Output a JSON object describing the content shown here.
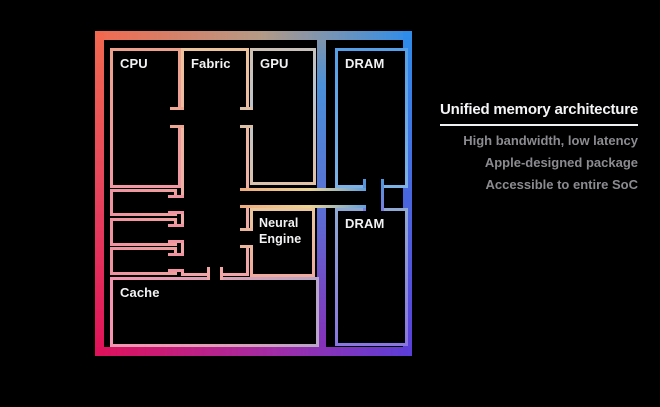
{
  "slide": {
    "heading": {
      "title": "Unified memory architecture"
    },
    "bullets": [
      "High bandwidth, low latency",
      "Apple-designed package",
      "Accessible to entire SoC"
    ],
    "diagram": {
      "blocks": {
        "cpu": {
          "label": "CPU"
        },
        "fabric": {
          "label": "Fabric"
        },
        "gpu": {
          "label": "GPU"
        },
        "dram_top": {
          "label": "DRAM"
        },
        "dram_bottom": {
          "label": "DRAM"
        },
        "neural_engine": {
          "label": "Neural Engine"
        },
        "cache": {
          "label": "Cache"
        },
        "unlabeled_small_blocks": 3
      },
      "connections": [
        {
          "from": "cpu",
          "to": "fabric"
        },
        {
          "from": "gpu",
          "to": "fabric"
        },
        {
          "from": "small_block_1",
          "to": "fabric"
        },
        {
          "from": "small_block_2",
          "to": "fabric"
        },
        {
          "from": "small_block_3",
          "to": "fabric"
        },
        {
          "from": "neural_engine",
          "to": "fabric"
        },
        {
          "from": "cache",
          "to": "fabric"
        },
        {
          "from": "fabric",
          "to": "dram_bus"
        },
        {
          "from": "dram_top",
          "to": "dram_bottom"
        }
      ]
    },
    "colors": {
      "background": "#000000",
      "frame_top_left": "#f2694f",
      "frame_top_right": "#2e8deb",
      "frame_bottom_left": "#e01159",
      "frame_bottom_right": "#5a3ed9",
      "title_text": "#f5f5f7",
      "subtitle_text": "#8b8b90"
    }
  }
}
